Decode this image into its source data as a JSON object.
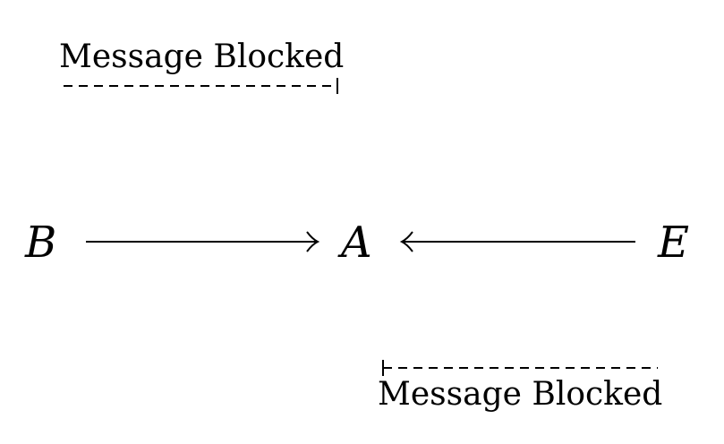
{
  "nodes": {
    "b": "B",
    "a": "A",
    "e": "E"
  },
  "blocked_labels": {
    "top": "Message Blocked",
    "bottom": "Message Blocked"
  },
  "colors": {
    "ink": "#000000",
    "background": "#ffffff"
  }
}
